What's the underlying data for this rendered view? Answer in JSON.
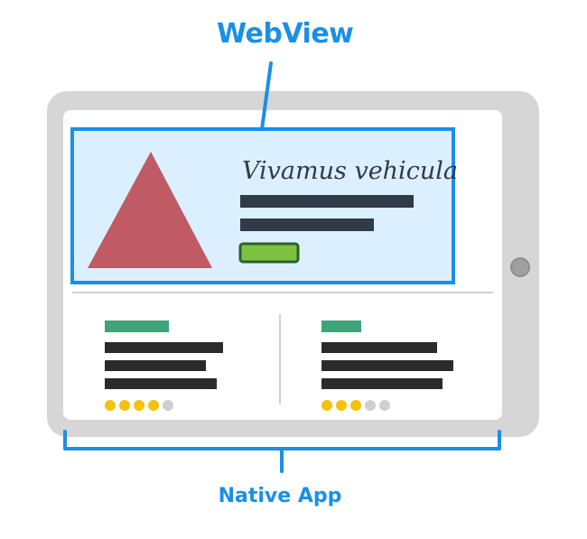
{
  "labels": {
    "webview": "WebView",
    "native_app": "Native App"
  },
  "webview_content": {
    "headline": "Vivamus vehicula"
  },
  "cards": [
    {
      "rating": 4,
      "max_rating": 5
    },
    {
      "rating": 3,
      "max_rating": 5
    }
  ],
  "colors": {
    "accent_blue": "#1a8fe8",
    "device_body": "#d6d6d6",
    "screen_bg": "#ffffff",
    "webview_bg": "#dcefff",
    "triangle": "#c05a64",
    "text_bar": "#2f3b46",
    "button_green": "#7cc142",
    "card_tag": "#3fa37a",
    "star_on": "#f4c20d",
    "star_off": "#cfcfcf"
  }
}
